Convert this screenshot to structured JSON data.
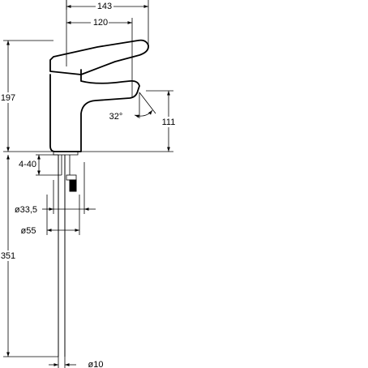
{
  "dimensions": {
    "overall_reach": "143",
    "spout_reach": "120",
    "total_height": "197",
    "spout_height": "111",
    "spout_angle": "32°",
    "deck_thickness": "4-40",
    "hole_diameter": "ø33,5",
    "base_diameter": "ø55",
    "pipe_length": "351",
    "pipe_diameter": "ø10"
  }
}
